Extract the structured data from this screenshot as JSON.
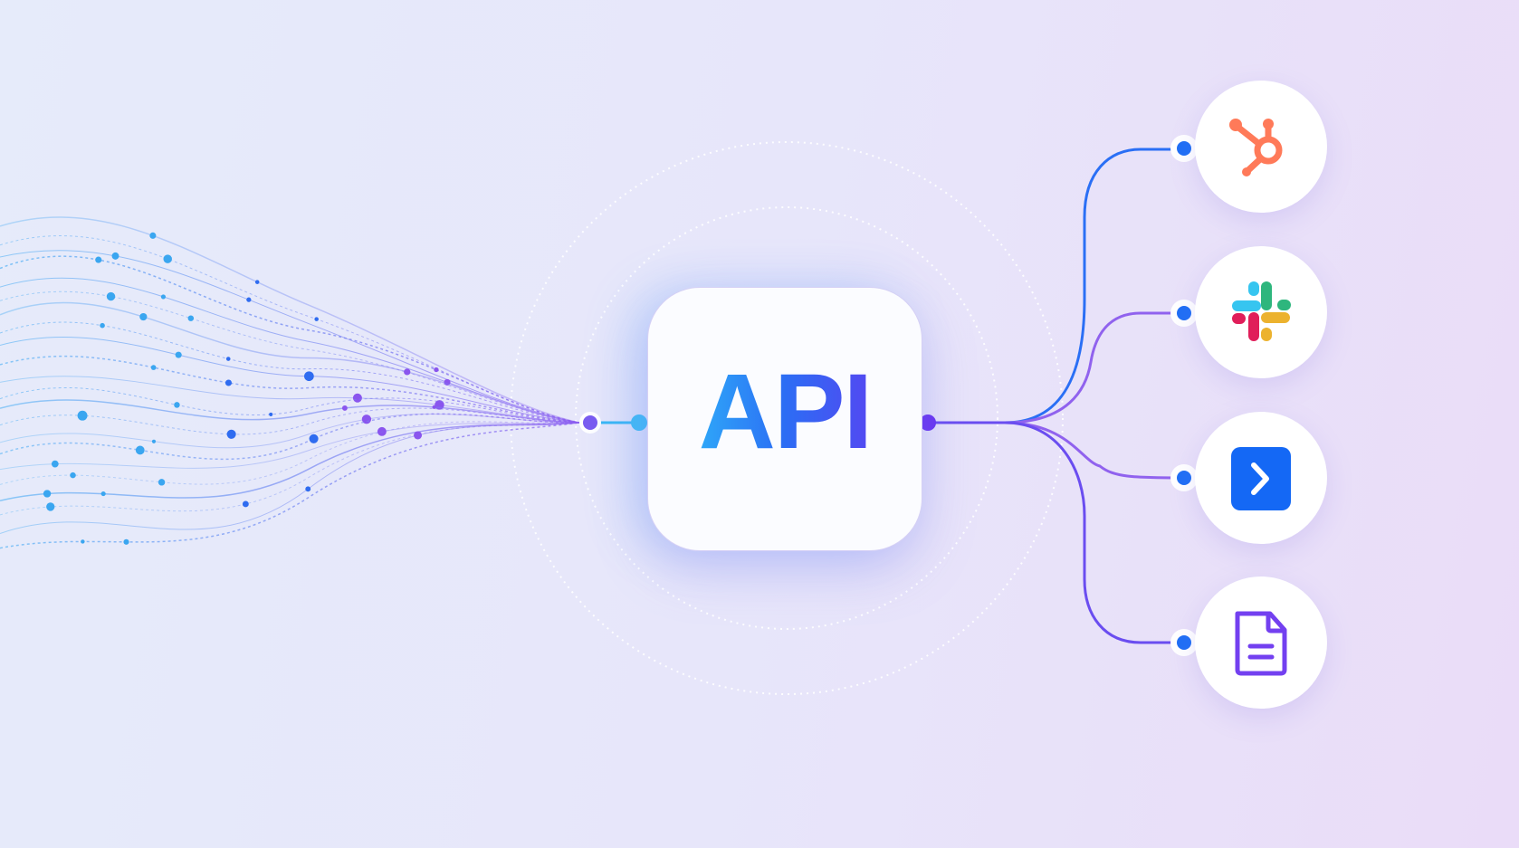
{
  "center": {
    "label": "API"
  },
  "integrations": [
    {
      "name": "hubspot",
      "icon": "hubspot-icon",
      "color": "#ff7a59"
    },
    {
      "name": "slack",
      "icon": "slack-icon",
      "color": "#36c5f0"
    },
    {
      "name": "terminal",
      "icon": "chevron-right-icon",
      "color": "#1468f5"
    },
    {
      "name": "document",
      "icon": "document-icon",
      "color": "#7340f0"
    }
  ]
}
